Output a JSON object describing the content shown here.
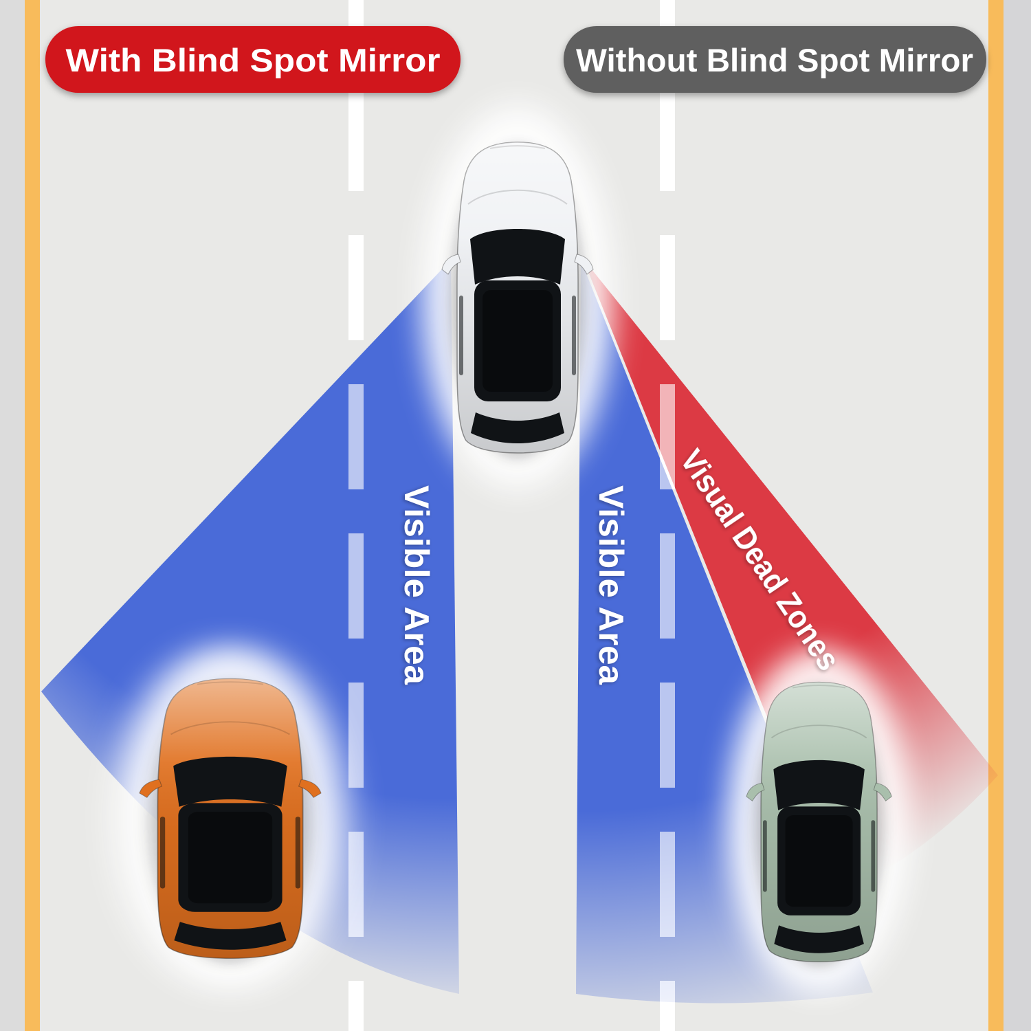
{
  "banners": {
    "left": "With Blind Spot Mirror",
    "right": "Without Blind Spot Mirror"
  },
  "beam_labels": {
    "left_visible": "Visible Area",
    "right_visible": "Visible Area",
    "dead_zone": "Visual Dead Zones"
  },
  "colors": {
    "banner_red": "#D1121A",
    "banner_gray": "#5E5E5E",
    "beam_blue": "#4A6BD8",
    "beam_red": "#DC3A44",
    "road": "#E9E9E7",
    "shoulder_left": "#DCDCDC",
    "shoulder_right": "#D5D5D7",
    "edge_line_yellow": "#F8BB5B",
    "lane_dash": "#FFFFFF",
    "car_white": "#EFF1F4",
    "car_orange": "#E0701F",
    "car_green": "#A9BFAC",
    "glass_dark": "#101316",
    "label_text": "#FFFFFF"
  }
}
